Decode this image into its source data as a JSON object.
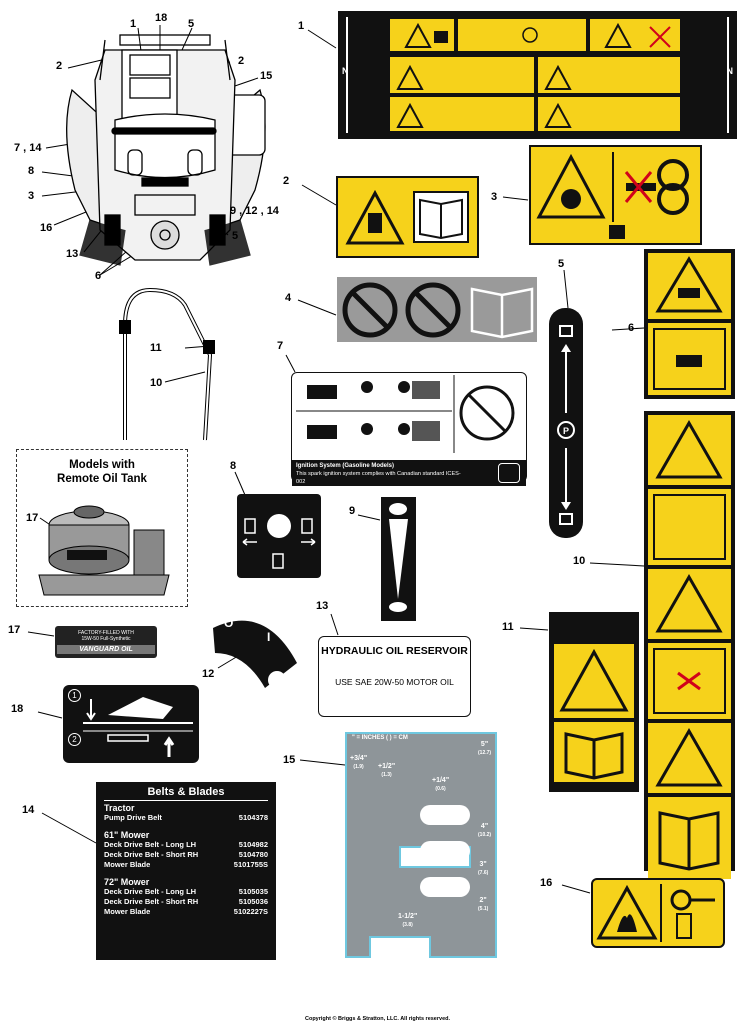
{
  "callouts": {
    "n1": "1",
    "n2": "2",
    "n3": "3",
    "n4": "4",
    "n5": "5",
    "n6": "6",
    "n7": "7",
    "n8": "8",
    "n9": "9",
    "n10": "10",
    "n11": "11",
    "n12": "12",
    "n13": "13",
    "n14": "14",
    "n15": "15",
    "n16": "16",
    "n17": "17",
    "n18": "18",
    "left_1": "1",
    "left_18": "18",
    "left_5": "5",
    "left_2a": "2",
    "left_2b": "2",
    "left_15": "15",
    "left_7_14": "7 , 14",
    "left_8": "8",
    "left_3": "3",
    "left_16": "16",
    "left_9_12_14": "9 , 12 , 14",
    "left_13": "13",
    "left_5b": "5",
    "left_6": "6",
    "handle_11": "11",
    "handle_10": "10",
    "tank_17": "17"
  },
  "remote_tank_box": {
    "title_line1": "Models with",
    "title_line2": "Remote Oil Tank"
  },
  "decal_1": {
    "side_letter": "N"
  },
  "decal_7": {
    "ignition_title": "Ignition System (Gasoline Models)",
    "ignition_text": "This spark ignition system complies with Canadian standard ICES-002"
  },
  "decal_13": {
    "title": "HYDRAULIC OIL RESERVOIR",
    "text": "USE SAE 20W-50 MOTOR OIL"
  },
  "decal_17": {
    "line1": "FACTORY-FILLED WITH",
    "line2": "15W-50 Full-Synthetic",
    "brand": "VANGUARD OIL"
  },
  "decal_15": {
    "header": "\" = INCHES ( ) = CM",
    "marks": [
      {
        "top": "+3/4\"",
        "bottom": "(1.9)"
      },
      {
        "top": "+1/2\"",
        "bottom": "(1.3)"
      },
      {
        "top": "+1/4\"",
        "bottom": "(0.6)"
      },
      {
        "top": "5\"",
        "bottom": "(12.7)"
      },
      {
        "top": "4\"",
        "bottom": "(10.2)"
      },
      {
        "top": "3\"",
        "bottom": "(7.6)"
      },
      {
        "top": "2\"",
        "bottom": "(5.1)"
      },
      {
        "top": "1-1/2\"",
        "bottom": "(3.8)"
      }
    ]
  },
  "decal_14": {
    "title": "Belts & Blades",
    "tractor_head": "Tractor",
    "tractor_rows": [
      {
        "name": "Pump Drive Belt",
        "part": "5104378"
      }
    ],
    "m61_head": "61\" Mower",
    "m61_rows": [
      {
        "name": "Deck Drive Belt - Long LH",
        "part": "5104982"
      },
      {
        "name": "Deck Drive Belt - Short RH",
        "part": "5104780"
      },
      {
        "name": "Mower Blade",
        "part": "5101755S"
      }
    ],
    "m72_head": "72\" Mower",
    "m72_rows": [
      {
        "name": "Deck Drive Belt - Long LH",
        "part": "5105035"
      },
      {
        "name": "Deck Drive Belt - Short RH",
        "part": "5105036"
      },
      {
        "name": "Mower Blade",
        "part": "5102227S"
      }
    ]
  },
  "decal_12": {
    "off": "O",
    "on": "I"
  },
  "decal_18": {
    "step1": "1",
    "step2": "2"
  },
  "copyright": "Copyright © Briggs & Stratton, LLC. All rights reserved.",
  "colors": {
    "yellow": "#f6d21b",
    "black": "#111111",
    "grey": "#9a9a9a"
  }
}
